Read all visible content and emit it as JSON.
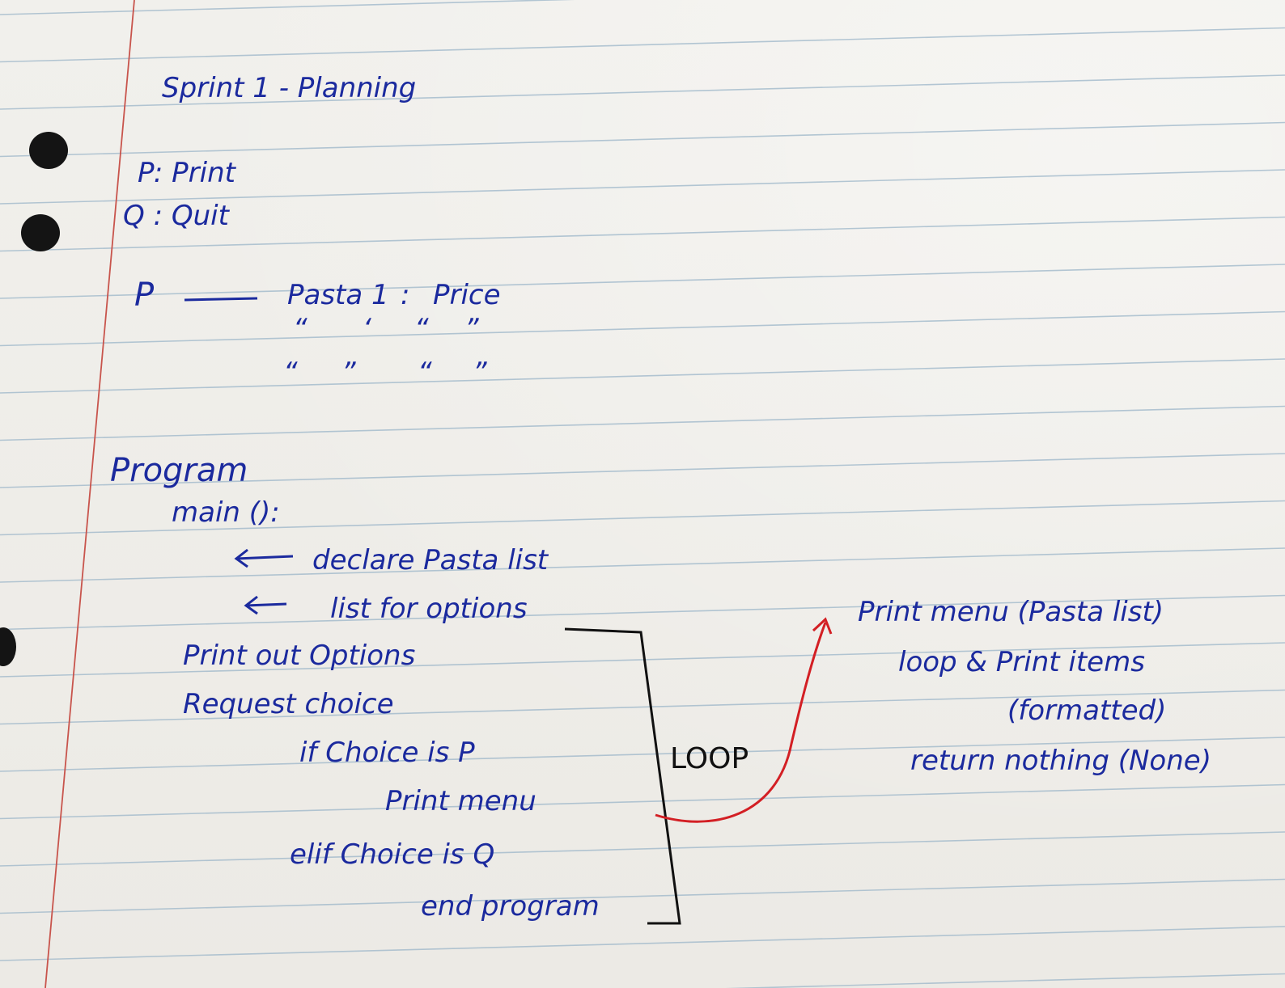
{
  "title": "Sprint 1 - Planning",
  "keys": [
    {
      "label": "P: Print"
    },
    {
      "label": "Q : Quit"
    }
  ],
  "menu_format": {
    "key": "P",
    "item": "Pasta 1",
    "separator": ":",
    "price": "Price",
    "ditto_row_1": [
      "“",
      "‘",
      "“",
      "”"
    ],
    "ditto_row_2": [
      "“",
      "”",
      "“",
      "”"
    ]
  },
  "program": {
    "heading": "Program",
    "main": "main ():",
    "arrow_lines": [
      "declare Pasta list",
      "list for options"
    ],
    "steps": [
      "Print out Options",
      "Request choice",
      "if Choice is P",
      "Print menu",
      "elif Choice is Q",
      "end program"
    ],
    "loop_label": "LOOP"
  },
  "function_notes": {
    "signature": "Print menu (Pasta list)",
    "lines": [
      "loop & Print items",
      "(formatted)",
      "return nothing (None)"
    ]
  },
  "colors": {
    "paper": "#efeeea",
    "rule_line": "#9cb6c9",
    "margin_line": "#c8544c",
    "ink": "#1b2a9e",
    "bracket": "#111111",
    "arrow": "#d31f24",
    "punch_hole": "#141414"
  }
}
